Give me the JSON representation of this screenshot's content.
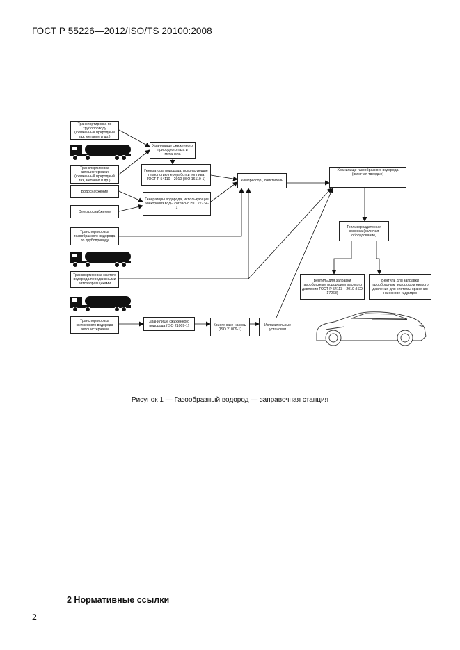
{
  "header": {
    "title": "ГОСТ Р 55226—2012/ISO/TS 20100:2008"
  },
  "diagram": {
    "boxes": {
      "pipeline_liquefied": "Транспортировка по трубопроводу (сжиженный природный газ, метанол и др.)",
      "liquefied_storage": "Хранилище сжиженного природного газа и метанола",
      "truck_liquefied": "Транспортировка автоцистернами (сжиженный природный газ, метанол и др.)",
      "reformer": "Генераторы водорода, использующие технологию переработки топлива ГОСТ Р 54110—2010 (ISO 16110-1)",
      "water_supply": "Водоснабжение",
      "electrolysis": "Генераторы водорода, использующие электролиз воды согласно ISO 22734-1",
      "power_supply": "Электроснабжение",
      "pipeline_h2": "Транспортировка газообразного водорода по трубопроводу",
      "compressed_h2_truck": "Транспортировка сжатого водорода передвижными автозаправщиками",
      "liquid_h2_truck": "Транспортировка сжиженного водорода автоцистернами",
      "liquid_h2_storage": "Хранилище сжиженного водорода (ISO 21009-1)",
      "cryo_pump": "Криогенные насосы (ISO 21009-1)",
      "vaporizer": "Испарительные установки",
      "compressor": "Компрессор , очиститель",
      "gas_storage": "Хранилище газообразного водорода (включая твердые)",
      "dispenser": "Топливораздаточная колонка (включая оборудование)",
      "valve_high": "Вентиль для заправки газообразным водородом высокого давления ГОСТ Р 54113—2010 (ISO 17268)",
      "valve_low": "Вентиль для заправки газообразным водородом низкого давления для системы хранения на основе гидридов"
    },
    "icons": [
      "tanker-truck-icon",
      "tanker-truck-icon",
      "tanker-truck-icon",
      "sports-car-icon"
    ]
  },
  "caption": "Рисунок 1 — Газообразный водород — заправочная станция",
  "section": {
    "heading": "2 Нормативные ссылки"
  },
  "page_number": "2"
}
